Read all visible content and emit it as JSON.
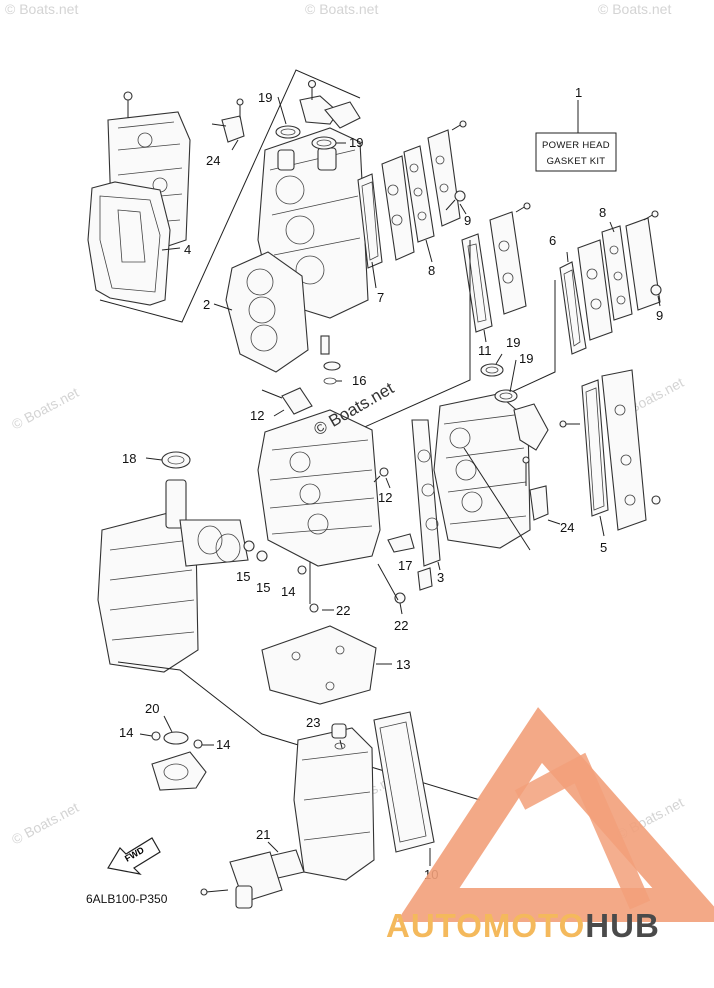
{
  "diagram": {
    "kit_box": {
      "line1": "POWER HEAD",
      "line2": "GASKET KIT"
    },
    "part_code": "6ALB100-P350",
    "fwd_label": "FWD",
    "callouts": [
      {
        "id": "c1",
        "text": "1"
      },
      {
        "id": "c2",
        "text": "2"
      },
      {
        "id": "c3",
        "text": "3"
      },
      {
        "id": "c4",
        "text": "4"
      },
      {
        "id": "c5",
        "text": "5"
      },
      {
        "id": "c6",
        "text": "6"
      },
      {
        "id": "c7",
        "text": "7"
      },
      {
        "id": "c8a",
        "text": "8"
      },
      {
        "id": "c8b",
        "text": "8"
      },
      {
        "id": "c9a",
        "text": "9"
      },
      {
        "id": "c9b",
        "text": "9"
      },
      {
        "id": "c10",
        "text": "10"
      },
      {
        "id": "c11",
        "text": "11"
      },
      {
        "id": "c12a",
        "text": "12"
      },
      {
        "id": "c12b",
        "text": "12"
      },
      {
        "id": "c13",
        "text": "13"
      },
      {
        "id": "c14a",
        "text": "14"
      },
      {
        "id": "c14b",
        "text": "14"
      },
      {
        "id": "c14c",
        "text": "14"
      },
      {
        "id": "c15a",
        "text": "15"
      },
      {
        "id": "c15b",
        "text": "15"
      },
      {
        "id": "c16",
        "text": "16"
      },
      {
        "id": "c17",
        "text": "17"
      },
      {
        "id": "c18",
        "text": "18"
      },
      {
        "id": "c19a",
        "text": "19"
      },
      {
        "id": "c19b",
        "text": "19"
      },
      {
        "id": "c19c",
        "text": "19"
      },
      {
        "id": "c19d",
        "text": "19"
      },
      {
        "id": "c20",
        "text": "20"
      },
      {
        "id": "c21",
        "text": "21"
      },
      {
        "id": "c22a",
        "text": "22"
      },
      {
        "id": "c22b",
        "text": "22"
      },
      {
        "id": "c23",
        "text": "23"
      },
      {
        "id": "c24a",
        "text": "24"
      },
      {
        "id": "c24b",
        "text": "24"
      }
    ]
  },
  "watermarks": {
    "copy": "© Boats.net",
    "center": "© Boats.net"
  },
  "brand": {
    "part1": "AUTOMOTO",
    "part2": "HUB",
    "color_primary": "#f2a07a",
    "color_secondary": "#f4b95c",
    "color_dark": "#4a4a4a"
  },
  "icons": {
    "fwd": "fwd-arrow-icon",
    "logo": "automotohub-logo-icon"
  }
}
